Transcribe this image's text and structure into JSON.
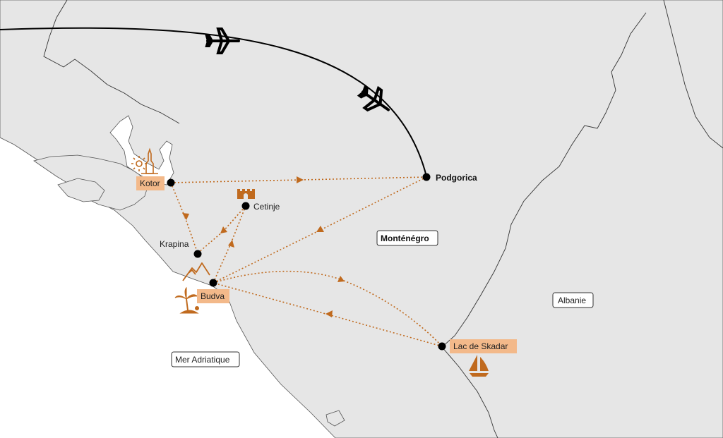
{
  "colors": {
    "land": "#e6e6e6",
    "sea": "#ffffff",
    "border": "#333333",
    "route": "#c06a1e",
    "tag_fill": "#f3b98a",
    "city_dot": "#000000",
    "flight": "#000000"
  },
  "cities": {
    "podgorica": "Podgorica",
    "kotor": "Kotor",
    "cetinje": "Cetinje",
    "krapina": "Krapina",
    "budva": "Budva",
    "skadar": "Lac de Skadar"
  },
  "regions": {
    "montenegro": "Monténégro",
    "albania": "Albanie",
    "sea": "Mer Adriatique"
  },
  "icons": {
    "kotor": "cathedral-sun-icon",
    "cetinje": "castle-icon",
    "budva_mountain": "mountain-icon",
    "budva_beach": "palm-beach-icon",
    "skadar": "sailboat-icon",
    "flight": "airplane-icon"
  }
}
